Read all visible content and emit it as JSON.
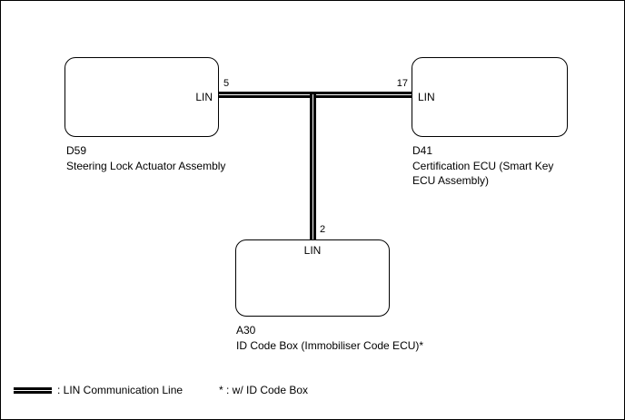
{
  "diagram": {
    "nodes": [
      {
        "code": "D59",
        "name": "Steering Lock Actuator Assembly",
        "connector": "LIN",
        "pin": "5"
      },
      {
        "code": "D41",
        "name": "Certification ECU (Smart Key ECU Assembly)",
        "connector": "LIN",
        "pin": "17"
      },
      {
        "code": "A30",
        "name": "ID Code Box (Immobiliser Code ECU)*",
        "connector": "LIN",
        "pin": "2"
      }
    ],
    "legend": {
      "line_label": ": LIN Communication Line",
      "footnote": "* : w/ ID Code Box"
    },
    "line_color": "#000000"
  }
}
